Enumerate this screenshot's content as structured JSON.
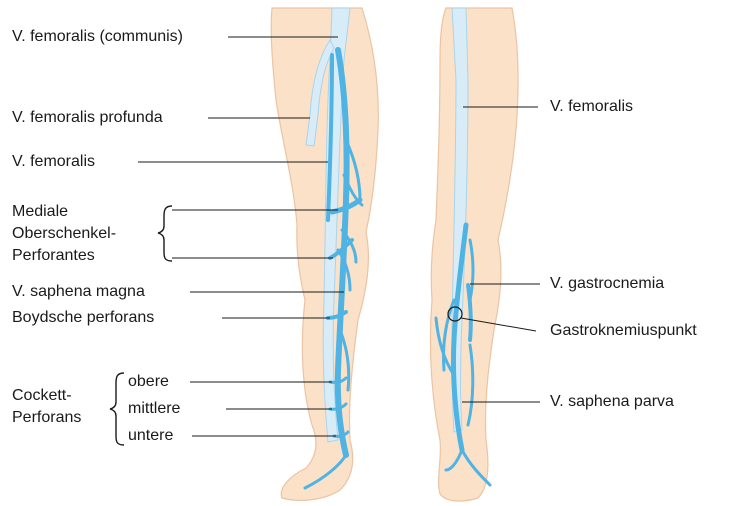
{
  "colors": {
    "skin_fill": "#fbe1c8",
    "skin_stroke": "#eac4a4",
    "deep_vein": "#d8ecf7",
    "superficial_vein": "#4fb3e4",
    "line": "#1a1a1a"
  },
  "labels": {
    "femoralis_communis": "V. femoralis (communis)",
    "femoralis_profunda": "V. femoralis profunda",
    "femoralis": "V. femoralis",
    "mediale_line1": "Mediale",
    "mediale_line2": "Oberschenkel-",
    "mediale_line3": "Perforantes",
    "saphena_magna": "V. saphena magna",
    "boydsche": "Boydsche perforans",
    "cockett_line1": "Cockett-",
    "cockett_line2": "Perforans",
    "obere": "obere",
    "mittlere": "mittlere",
    "untere": "untere",
    "femoralis_back": "V. femoralis",
    "gastrocnemia": "V. gastrocnemia",
    "gastroknemiuspunkt": "Gastroknemiuspunkt",
    "saphena_parva": "V. saphena parva"
  }
}
